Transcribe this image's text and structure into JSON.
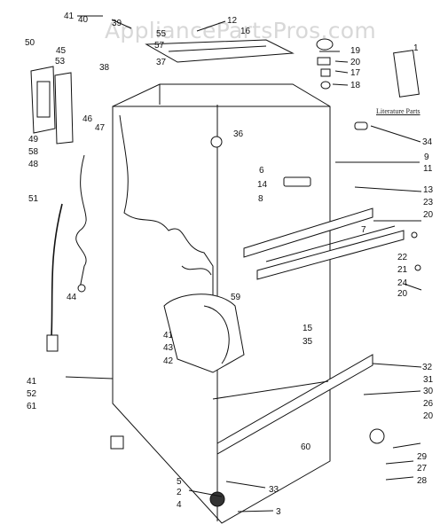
{
  "watermark": "AppliancePartsPros.com",
  "literature_label": "Literature Parts",
  "callouts": [
    "41",
    "40",
    "39",
    "12",
    "16",
    "50",
    "45",
    "53",
    "55",
    "57",
    "38",
    "37",
    "19",
    "20",
    "17",
    "18",
    "1",
    "46",
    "47",
    "49",
    "58",
    "48",
    "51",
    "36",
    "6",
    "14",
    "8",
    "34",
    "9",
    "11",
    "13",
    "23",
    "20",
    "7",
    "22",
    "21",
    "24",
    "20",
    "44",
    "59",
    "15",
    "35",
    "41",
    "43",
    "42",
    "41",
    "52",
    "61",
    "32",
    "31",
    "30",
    "26",
    "20",
    "60",
    "29",
    "27",
    "28",
    "5",
    "2",
    "4",
    "33",
    "3"
  ]
}
